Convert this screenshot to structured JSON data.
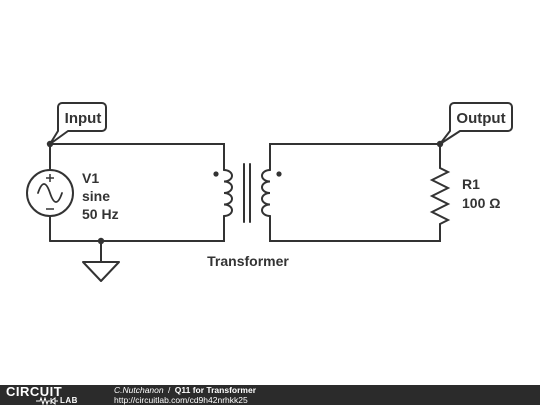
{
  "labels": {
    "input": "Input",
    "output": "Output",
    "source_name": "V1",
    "source_type": "sine",
    "source_freq": "50 Hz",
    "transformer": "Transformer",
    "resistor_name": "R1",
    "resistor_value": "100 Ω"
  },
  "footer": {
    "logo_top": "CIRCUIT",
    "logo_bottom": "LAB",
    "author": "C.Nutchanon",
    "separator": "/",
    "title": "Q11 for Transformer",
    "url": "http://circuitlab.com/cd9h42nrhkk25"
  },
  "colors": {
    "wire": "#333333",
    "footer_bg": "#2b2b2b"
  }
}
